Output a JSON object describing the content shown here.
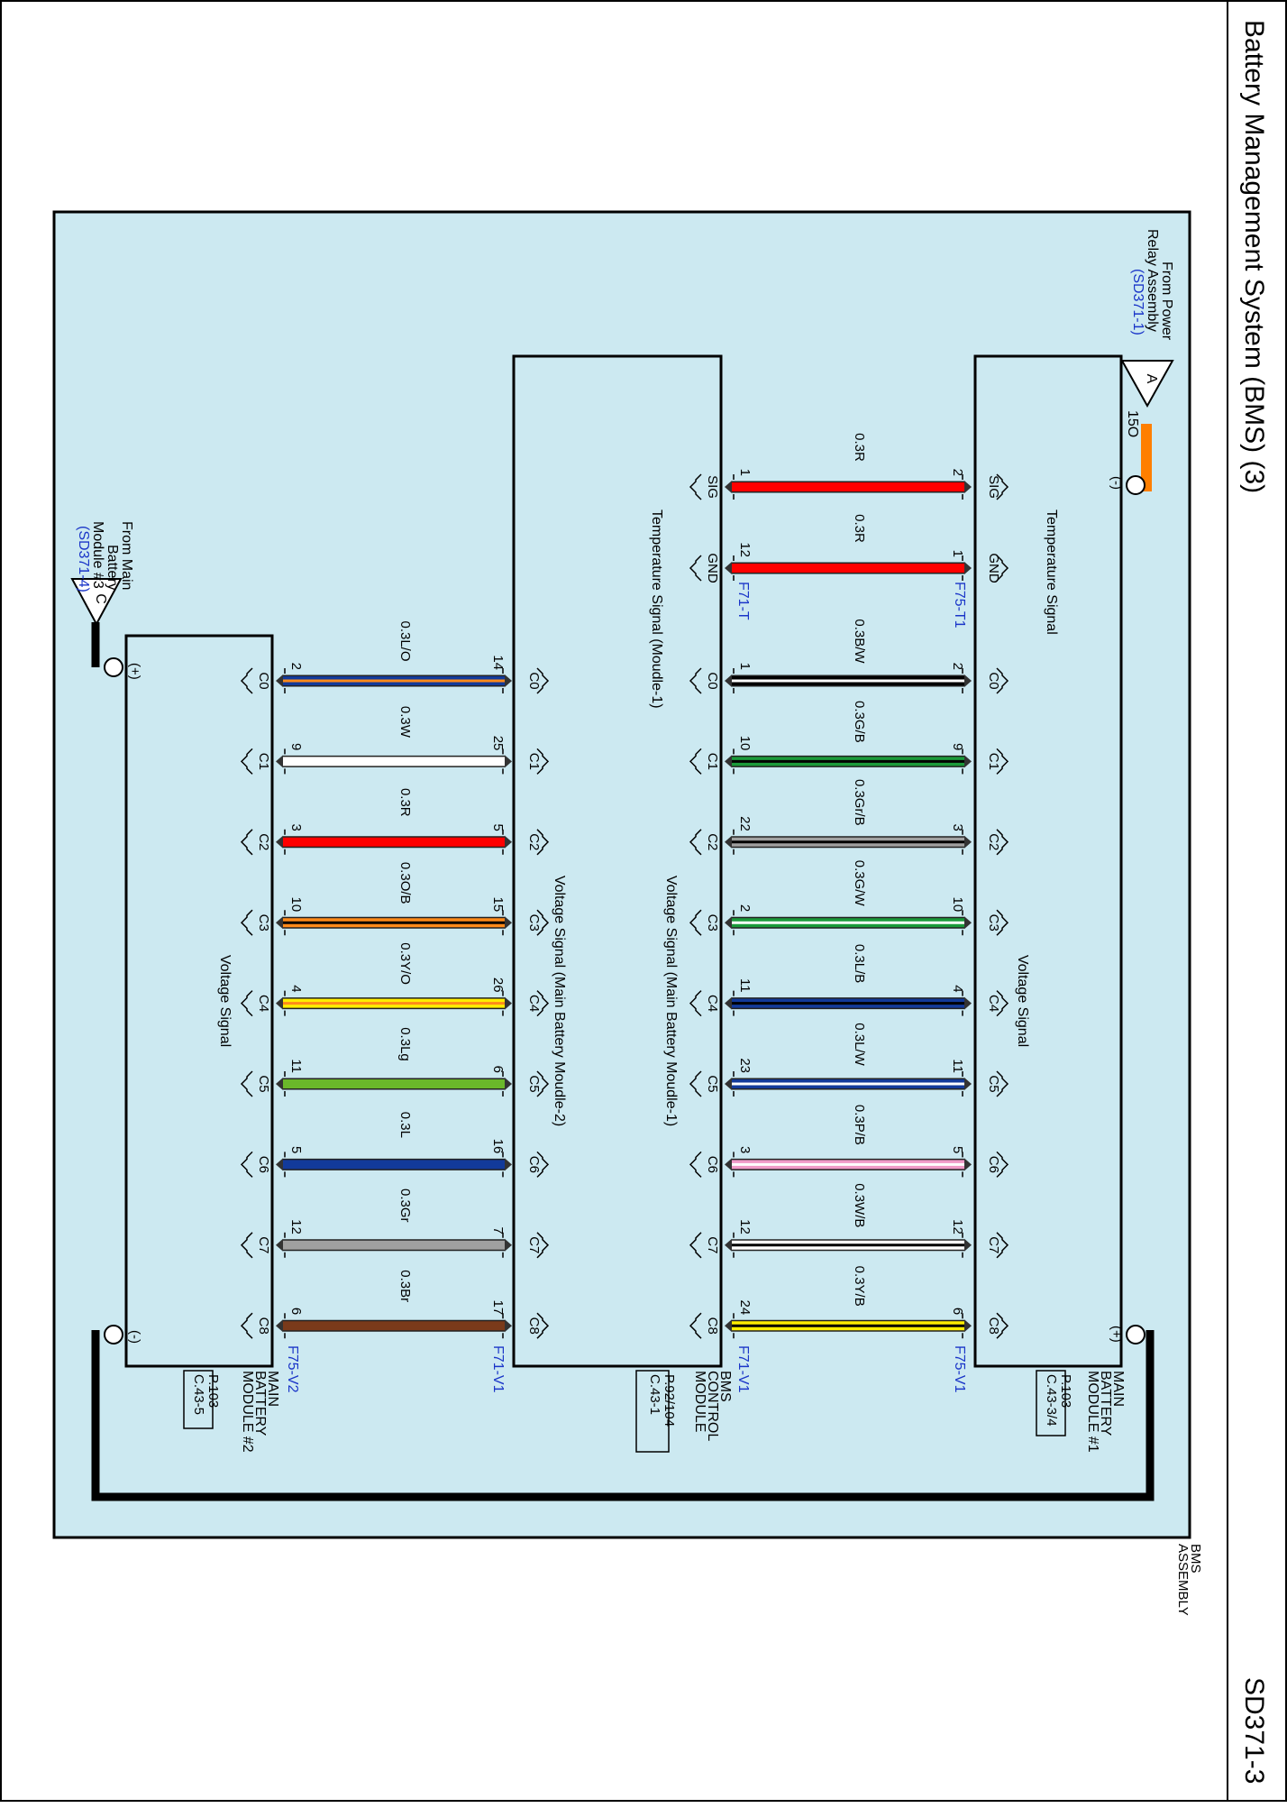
{
  "page": {
    "title": "Battery Management System (BMS) (3)",
    "code": "SD371-3"
  },
  "assembly": {
    "name_line1": "BMS",
    "name_line2": "ASSEMBLY"
  },
  "connectors": {
    "power_relay": {
      "letter": "A",
      "line1": "From Power",
      "line2": "Relay Assembly",
      "ref": "(SD371-1)",
      "wire": "15O"
    },
    "module3": {
      "letter": "C",
      "line1": "From Main",
      "line2": "Battery",
      "line3": "Module #3",
      "ref": "(SD371-4)"
    }
  },
  "modules": {
    "m1": {
      "l1": "MAIN",
      "l2": "BATTERY",
      "l3": "MODULE #1",
      "p": "P.103",
      "c": "C.43-3/4",
      "plus": "(+)",
      "minus": "(-)",
      "conn_t": "F75-T1",
      "conn_v": "F75-V1",
      "temp_group": "Temperature Signal",
      "volt_group": "Voltage Signal"
    },
    "bms": {
      "l1": "BMS",
      "l2": "CONTROL",
      "l3": "MODULE",
      "p": "P.92/104",
      "c": "C.43-1",
      "conn_t": "F71-T",
      "conn_v1": "F71-V1",
      "conn_v2": "F71-V1",
      "temp_group": "Temperature Signal (Moudle-1)",
      "volt1_group": "Voltage Signal (Main Battery Moudle-1)",
      "volt2_group": "Voltage Signal (Main Battery Moudle-2)"
    },
    "m2": {
      "l1": "MAIN",
      "l2": "BATTERY",
      "l3": "MODULE #2",
      "p": "P.103",
      "c": "C.43-5",
      "plus": "(+)",
      "minus": "(-)",
      "conn_v": "F75-V2",
      "volt_group": "Voltage Signal"
    }
  },
  "temp_wires": [
    {
      "label": "SIG",
      "gauge": "0.3R",
      "color": "#ff0000",
      "stripe": "",
      "pin_m1": "2",
      "pin_bms": "1"
    },
    {
      "label": "GND",
      "gauge": "0.3R",
      "color": "#ff0000",
      "stripe": "",
      "pin_m1": "1",
      "pin_bms": "12"
    }
  ],
  "volt1_wires": [
    {
      "label": "C0",
      "gauge": "0.3B/W",
      "color": "#000000",
      "stripe": "#ffffff",
      "pin_m1": "2",
      "pin_bms": "1"
    },
    {
      "label": "C1",
      "gauge": "0.3G/B",
      "color": "#1a9a3a",
      "stripe": "#000000",
      "pin_m1": "9",
      "pin_bms": "10"
    },
    {
      "label": "C2",
      "gauge": "0.3Gr/B",
      "color": "#a0a0a0",
      "stripe": "#000000",
      "pin_m1": "3",
      "pin_bms": "22"
    },
    {
      "label": "C3",
      "gauge": "0.3G/W",
      "color": "#1a9a3a",
      "stripe": "#ffffff",
      "pin_m1": "10",
      "pin_bms": "2"
    },
    {
      "label": "C4",
      "gauge": "0.3L/B",
      "color": "#123a9a",
      "stripe": "#000000",
      "pin_m1": "4",
      "pin_bms": "11"
    },
    {
      "label": "C5",
      "gauge": "0.3L/W",
      "color": "#123a9a",
      "stripe": "#ffffff",
      "pin_m1": "11",
      "pin_bms": "23"
    },
    {
      "label": "C6",
      "gauge": "0.3P/B",
      "color": "#f09ac8",
      "stripe": "#ffffff",
      "pin_m1": "5",
      "pin_bms": "3"
    },
    {
      "label": "C7",
      "gauge": "0.3W/B",
      "color": "#ffffff",
      "stripe": "#000000",
      "pin_m1": "12",
      "pin_bms": "12"
    },
    {
      "label": "C8",
      "gauge": "0.3Y/B",
      "color": "#ffee00",
      "stripe": "#000000",
      "pin_m1": "6",
      "pin_bms": "24"
    }
  ],
  "volt2_wires": [
    {
      "label": "C0",
      "gauge": "0.3L/O",
      "color": "#123a9a",
      "stripe": "#ff8a1a",
      "pin_bms": "14",
      "pin_m2": "2"
    },
    {
      "label": "C1",
      "gauge": "0.3W",
      "color": "#ffffff",
      "stripe": "",
      "pin_bms": "25",
      "pin_m2": "9"
    },
    {
      "label": "C2",
      "gauge": "0.3R",
      "color": "#ff0000",
      "stripe": "",
      "pin_bms": "5",
      "pin_m2": "3"
    },
    {
      "label": "C3",
      "gauge": "0.3O/B",
      "color": "#ff8a1a",
      "stripe": "#000000",
      "pin_bms": "15",
      "pin_m2": "10"
    },
    {
      "label": "C4",
      "gauge": "0.3Y/O",
      "color": "#ffee00",
      "stripe": "#ff8a1a",
      "pin_bms": "26",
      "pin_m2": "4"
    },
    {
      "label": "C5",
      "gauge": "0.3Lg",
      "color": "#6ab82a",
      "stripe": "",
      "pin_bms": "6",
      "pin_m2": "11"
    },
    {
      "label": "C6",
      "gauge": "0.3L",
      "color": "#123a9a",
      "stripe": "",
      "pin_bms": "16",
      "pin_m2": "5"
    },
    {
      "label": "C7",
      "gauge": "0.3Gr",
      "color": "#a0a0a0",
      "stripe": "",
      "pin_bms": "7",
      "pin_m2": "12"
    },
    {
      "label": "C8",
      "gauge": "0.3Br",
      "color": "#7a3a1a",
      "stripe": "",
      "pin_bms": "17",
      "pin_m2": "6"
    }
  ],
  "colors": {
    "background": "#cce9f1",
    "power_wire": "#ff7f00"
  }
}
